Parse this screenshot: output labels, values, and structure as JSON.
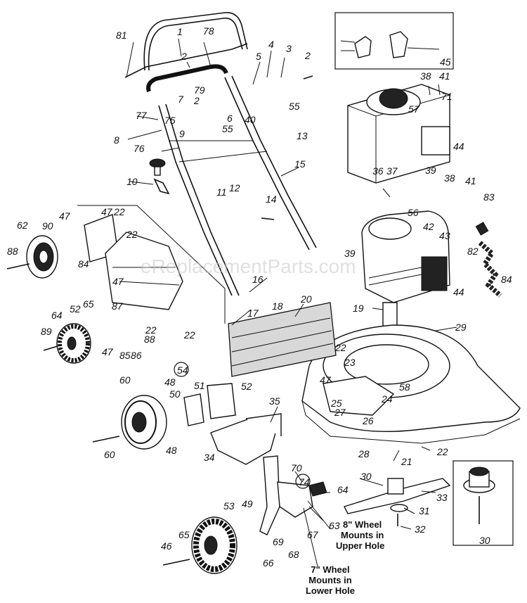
{
  "watermark": "eReplacementParts.com",
  "notes": {
    "eight_inch": [
      "8\" Wheel",
      "Mounts in",
      "Upper Hole"
    ],
    "seven_inch": [
      "7\" Wheel",
      "Mounts in",
      "Lower Hole"
    ]
  },
  "callouts": [
    "1",
    "2",
    "2",
    "2",
    "3",
    "4",
    "5",
    "6",
    "7",
    "8",
    "9",
    "10",
    "11",
    "12",
    "13",
    "14",
    "15",
    "16",
    "17",
    "18",
    "19",
    "20",
    "21",
    "22",
    "22",
    "22",
    "22",
    "22",
    "22",
    "23",
    "24",
    "25",
    "26",
    "27",
    "28",
    "29",
    "30",
    "30",
    "31",
    "32",
    "33",
    "34",
    "35",
    "36",
    "37",
    "38",
    "38",
    "39",
    "39",
    "40",
    "41",
    "41",
    "42",
    "43",
    "44",
    "44",
    "45",
    "46",
    "47",
    "47",
    "47",
    "47",
    "47",
    "48",
    "48",
    "49",
    "50",
    "51",
    "52",
    "52",
    "53",
    "54",
    "55",
    "55",
    "56",
    "57",
    "58",
    "60",
    "60",
    "62",
    "63",
    "64",
    "64",
    "65",
    "65",
    "66",
    "67",
    "68",
    "69",
    "70",
    "71",
    "74",
    "75",
    "76",
    "77",
    "78",
    "79",
    "81",
    "82",
    "83",
    "84",
    "84",
    "85",
    "86",
    "87",
    "88",
    "88",
    "89",
    "90"
  ]
}
